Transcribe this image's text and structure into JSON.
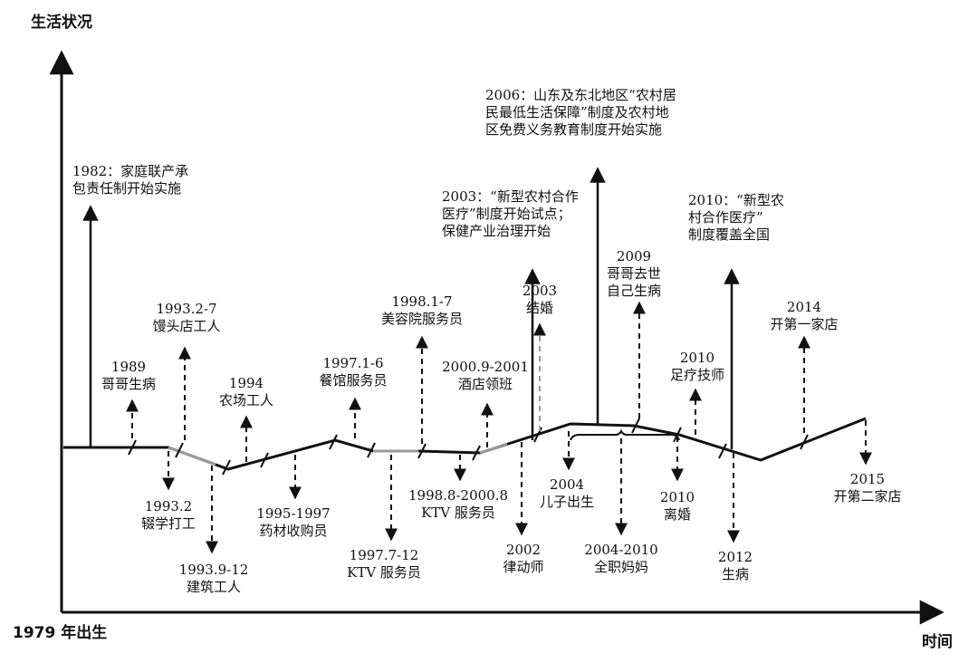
{
  "axes": {
    "y_title": "生活状况",
    "x_title": "时间",
    "origin_label": "1979 年出生"
  },
  "colors": {
    "ink": "#111111",
    "gray_segment": "#9a9a9a"
  },
  "policies": {
    "p1982": [
      "1982：家庭联产承",
      "包责任制开始实施"
    ],
    "p2003": [
      "2003：“新型农村合作",
      "医疗”制度开始试点；",
      "保健产业治理开始"
    ],
    "p2006": [
      "2006：山东及东北地区“农村居",
      "民最低生活保障”制度及农村地",
      "区免费义务教育制度开始实施"
    ],
    "p2010": [
      "2010：“新型农",
      "村合作医疗”",
      "制度覆盖全国"
    ]
  },
  "events_above": {
    "e1989": [
      "1989",
      "哥哥生病"
    ],
    "e1993_2_7": [
      "1993.2-7",
      "馒头店工人"
    ],
    "e1994": [
      "1994",
      "农场工人"
    ],
    "e1997_1_6": [
      "1997.1-6",
      "餐馆服务员"
    ],
    "e1998_1_7": [
      "1998.1-7",
      "美容院服务员"
    ],
    "e2000_9": [
      "2000.9-2001",
      "酒店领班"
    ],
    "e2003": [
      "2003",
      "结婚"
    ],
    "e2009": [
      "2009",
      "哥哥去世",
      "自己生病"
    ],
    "e2010a": [
      "2010",
      "足疗技师"
    ],
    "e2014": [
      "2014",
      "开第一家店"
    ]
  },
  "events_below": {
    "e1993_2": [
      "1993.2",
      "辍学打工"
    ],
    "e1993_9_12": [
      "1993.9-12",
      "建筑工人"
    ],
    "e1995_1997": [
      "1995-1997",
      "药材收购员"
    ],
    "e1997_7_12": [
      "1997.7-12",
      "KTV 服务员"
    ],
    "e1998_8": [
      "1998.8-2000.8",
      "KTV 服务员"
    ],
    "e2002": [
      "2002",
      "律动师"
    ],
    "e2004": [
      "2004",
      "儿子出生"
    ],
    "e2004_2010": [
      "2004-2010",
      "全职妈妈"
    ],
    "e2010b": [
      "2010",
      "离婚"
    ],
    "e2012": [
      "2012",
      "生病"
    ],
    "e2015": [
      "2015",
      "开第二家店"
    ]
  }
}
